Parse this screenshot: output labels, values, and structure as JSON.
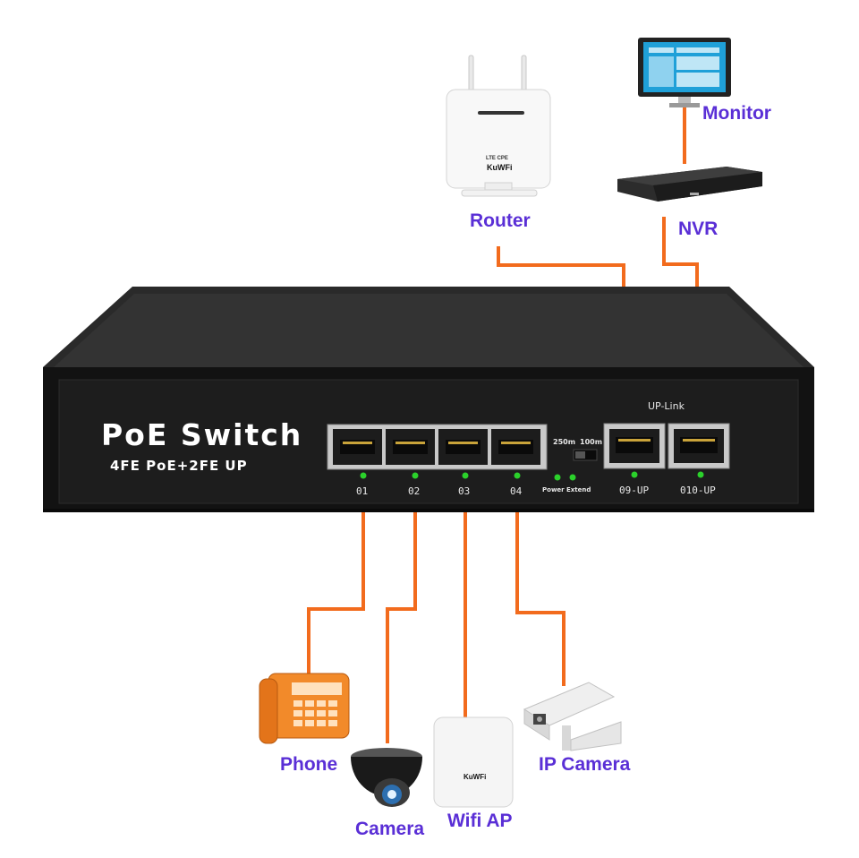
{
  "switch": {
    "title": "PoE Switch",
    "subtitle": "4FE PoE+2FE UP",
    "ports": [
      "01",
      "02",
      "03",
      "04"
    ],
    "uplink_ports": [
      "09-UP",
      "010-UP"
    ],
    "uplink_label": "UP-Link",
    "mode_labels": [
      "250m",
      "100m"
    ],
    "led_labels": [
      "Power",
      "Extend"
    ]
  },
  "devices": {
    "router": "Router",
    "nvr": "NVR",
    "monitor": "Monitor",
    "phone": "Phone",
    "camera": "Camera",
    "wifi_ap": "Wifi AP",
    "ip_camera": "IP Camera"
  },
  "device_text": {
    "router_brand": "KuWFi",
    "router_model": "LTE CPE",
    "ap_brand": "KuWFi"
  },
  "colors": {
    "cable": "#f26b1d",
    "label": "#5a2fd6",
    "switch_body": "#1b1b1b",
    "led": "#2bd12b"
  }
}
